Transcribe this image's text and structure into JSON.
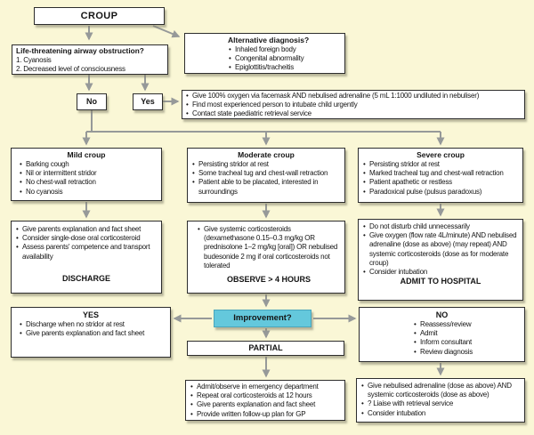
{
  "palette": {
    "background": "#FAF7D6",
    "box_background": "#FFFFFF",
    "box_border": "#2D2D2D",
    "arrow_color": "#969999",
    "decision_background": "#64C8DC",
    "text_color": "#141414"
  },
  "nodes": {
    "croup": {
      "title": "CROUP"
    },
    "life_threatening": {
      "title": "Life-threatening airway obstruction?",
      "items": [
        "1. Cyanosis",
        "2. Decreased level of consciousness"
      ]
    },
    "alternative_diagnosis": {
      "title": "Alternative diagnosis?",
      "bullets": [
        "Inhaled foreign body",
        "Congenital abnormality",
        "Epiglottitis/tracheitis"
      ]
    },
    "decision_no": {
      "label": "No"
    },
    "decision_yes": {
      "label": "Yes"
    },
    "emergency_actions": {
      "bullets": [
        "Give 100% oxygen via facemask AND nebulised adrenaline (5 mL 1:1000 undiluted in nebuliser)",
        "Find most experienced person to intubate child urgently",
        "Contact state paediatric retrieval service"
      ]
    },
    "mild_croup": {
      "title": "Mild croup",
      "bullets": [
        "Barking cough",
        "Nil or intermittent stridor",
        "No chest-wall retraction",
        "No cyanosis"
      ]
    },
    "moderate_croup": {
      "title": "Moderate croup",
      "bullets": [
        "Persisting stridor at rest",
        "Some tracheal tug and chest-wall retraction",
        "Patient able to be placated, interested in surroundings"
      ]
    },
    "severe_croup": {
      "title": "Severe croup",
      "bullets": [
        "Persisting stridor at rest",
        "Marked tracheal tug and chest-wall retraction",
        "Patient apathetic or restless",
        "Paradoxical pulse (pulsus paradoxus)"
      ]
    },
    "mild_management": {
      "bullets": [
        "Give parents explanation and fact sheet",
        "Consider single-dose oral corticosteroid",
        "Assess parents' competence and transport availability"
      ],
      "outcome": "DISCHARGE"
    },
    "moderate_management": {
      "bullets": [
        "Give systemic corticosteroids (dexamethasone 0.15–0.3 mg/kg OR prednisolone 1–2 mg/kg [oral]) OR nebulised budesonide 2 mg if oral corticosteroids not tolerated"
      ],
      "outcome": "OBSERVE > 4 HOURS"
    },
    "severe_management": {
      "bullets": [
        "Do not disturb child unnecessarily",
        "Give oxygen (flow rate 4L/minute) AND nebulised adrenaline (dose as above) (may repeat) AND systemic corticosteroids (dose as for moderate croup)",
        "Consider intubation"
      ],
      "outcome": "ADMIT TO HOSPITAL"
    },
    "improvement": {
      "label": "Improvement?"
    },
    "improvement_yes": {
      "title": "YES",
      "bullets": [
        "Discharge when no stridor at rest",
        "Give parents explanation and fact sheet"
      ]
    },
    "improvement_no": {
      "title": "NO",
      "bullets": [
        "Reassess/review",
        "Admit",
        "Inform consultant",
        "Review diagnosis"
      ]
    },
    "improvement_partial": {
      "label": "PARTIAL"
    },
    "partial_actions": {
      "bullets": [
        "Admit/observe in emergency department",
        "Repeat oral corticosteroids at 12 hours",
        "Give parents explanation and fact sheet",
        "Provide written follow-up plan for GP"
      ]
    },
    "no_actions": {
      "bullets": [
        "Give nebulised adrenaline (dose as above) AND systemic corticosteroids (dose as above)",
        "? Liaise with retrieval service",
        "Consider intubation"
      ]
    }
  }
}
